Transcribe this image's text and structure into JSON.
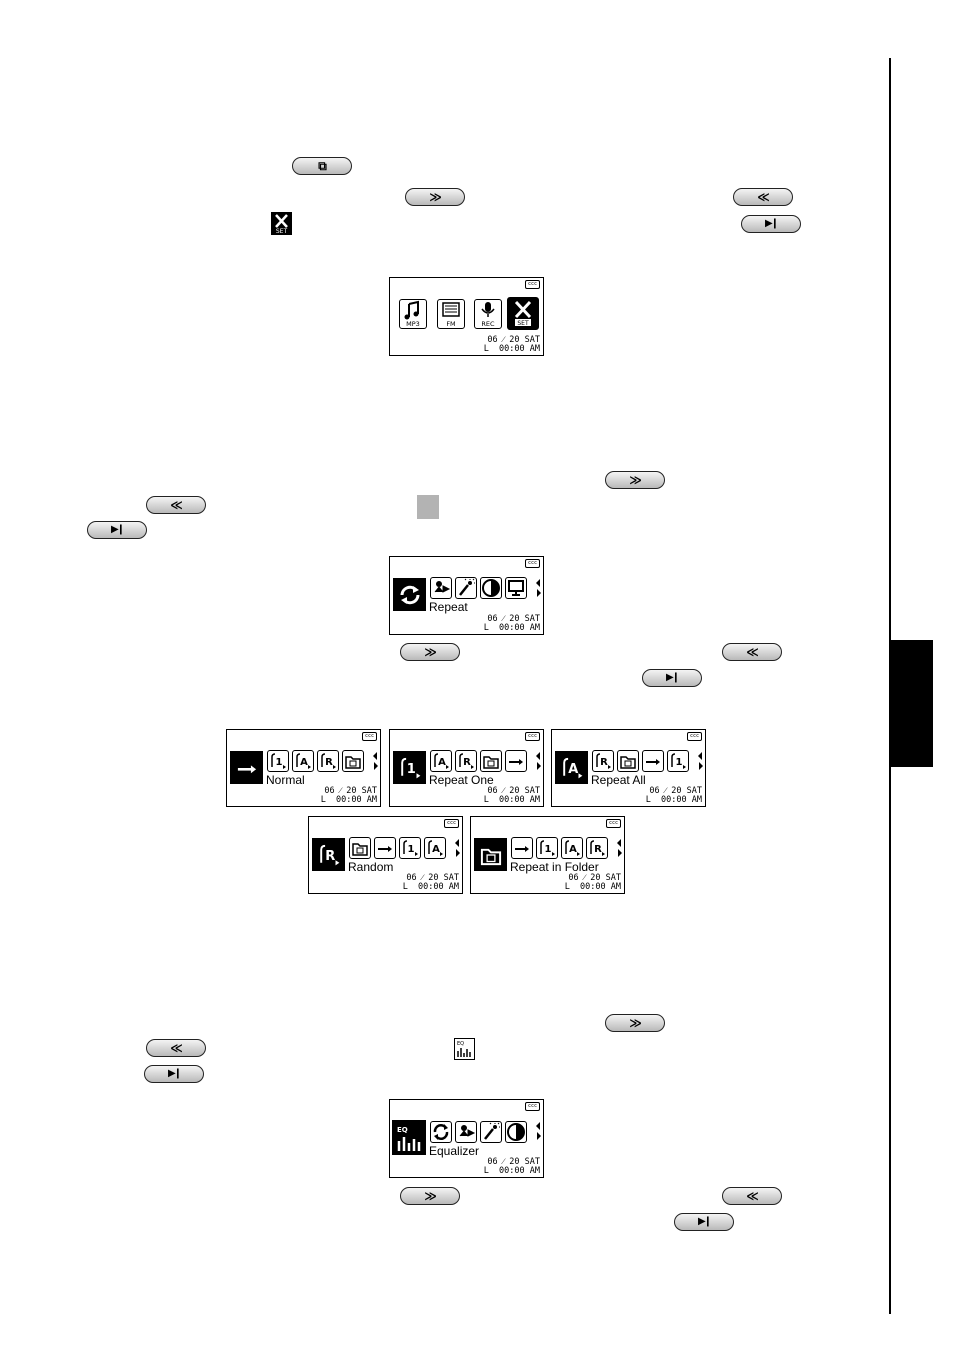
{
  "buttons": {
    "mode": "⧉",
    "next": "≫",
    "prev": "≪",
    "play": "▶❙"
  },
  "icons": {
    "set": "set-icon",
    "highlight": "gray-square",
    "eq": "eq-icon"
  },
  "screen_main": {
    "icons": [
      "MP3",
      "FM",
      "REC",
      "SET"
    ],
    "battery": "ccc",
    "date": "06 ⁄ 20 SAT",
    "time": "L  00:00 AM"
  },
  "screen_repeat_menu": {
    "label": "Repeat",
    "battery": "ccc",
    "date": "06 ⁄ 20 SAT",
    "time": "L  00:00 AM"
  },
  "repeat_modes": [
    {
      "label": "Normal",
      "date": "06 ⁄ 20 SAT",
      "time": "L  00:00 AM"
    },
    {
      "label": "Repeat One",
      "date": "06 ⁄ 20 SAT",
      "time": "L  00:00 AM"
    },
    {
      "label": "Repeat All",
      "date": "06 ⁄ 20 SAT",
      "time": "L  00:00 AM"
    },
    {
      "label": "Random",
      "date": "06 ⁄ 20 SAT",
      "time": "L  00:00 AM"
    },
    {
      "label": "Repeat in Folder",
      "date": "06 ⁄ 20 SAT",
      "time": "L  00:00 AM"
    }
  ],
  "screen_eq_menu": {
    "label": "Equalizer",
    "eq_text": "EQ",
    "battery": "ccc",
    "date": "06 ⁄ 20 SAT",
    "time": "L  00:00 AM"
  },
  "mode_glyphs": {
    "one": "1",
    "all": "A",
    "random": "R"
  }
}
